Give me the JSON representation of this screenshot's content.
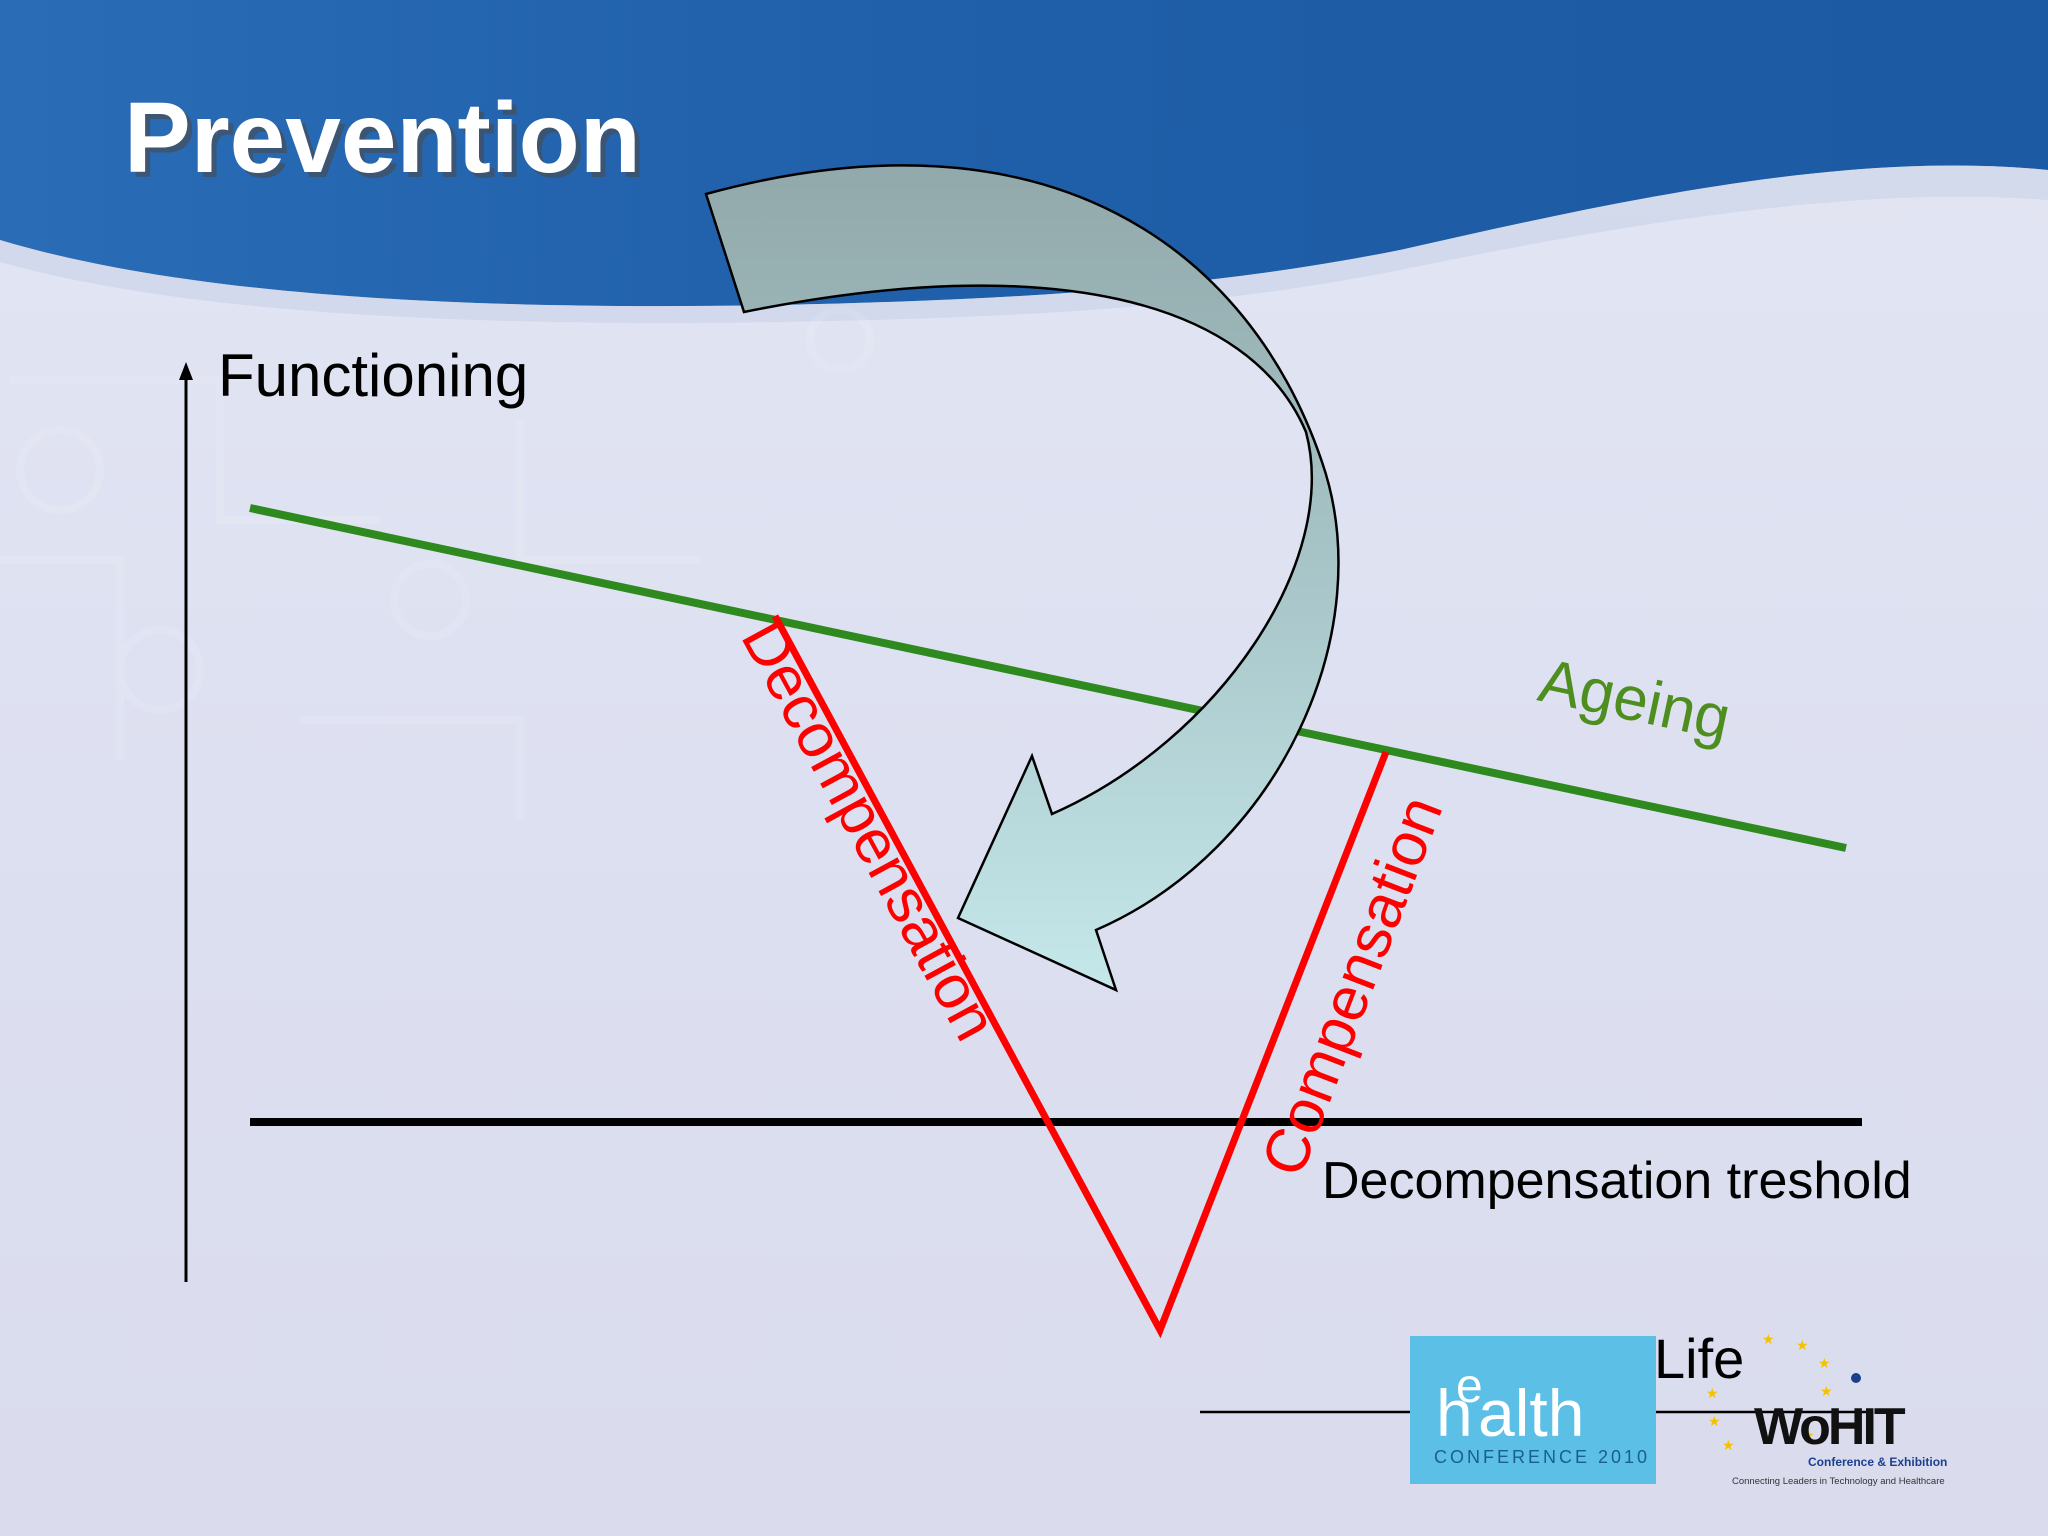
{
  "title": "Prevention",
  "diagram": {
    "y_axis_label": "Functioning",
    "ageing_label": "Ageing",
    "decompensation_label": "Decompensation",
    "compensation_label": "Compensation",
    "threshold_label": "Decompensation treshold"
  },
  "logo": {
    "health_prefix": "h",
    "health_e": "e",
    "health_suffix": "alth",
    "health_sub": "CONFERENCE 2010",
    "life_text": "Life",
    "wohit_text": "WoHIT",
    "wohit_sub1": "Conference & Exhibition",
    "wohit_sub2": "Connecting Leaders in Technology and Healthcare"
  },
  "colors": {
    "header_blue": "#1e5fa8",
    "ageing_green": "#2e8a1e",
    "ageing_label_green": "#4d8e1f",
    "red": "#ff0000",
    "threshold_black": "#000000",
    "arrow_top": "#95aeb0",
    "arrow_bottom": "#c3e6e8",
    "health_logo_bg": "#5bbfe6",
    "wohit_blue": "#1a3f8f"
  }
}
